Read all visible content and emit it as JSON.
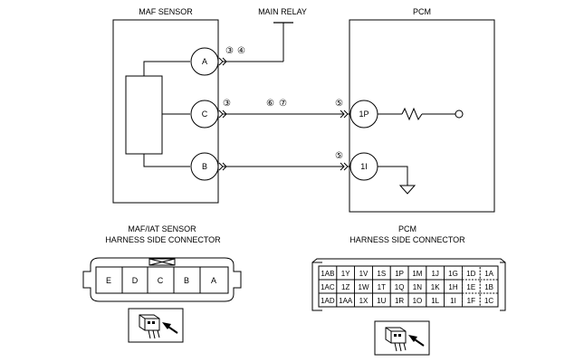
{
  "maf_sensor": {
    "title": "MAF SENSOR",
    "pins": [
      "A",
      "C",
      "B"
    ]
  },
  "main_relay": {
    "label": "MAIN RELAY"
  },
  "pcm": {
    "title": "PCM",
    "pins": [
      "1P",
      "1I"
    ]
  },
  "circuit_markers": {
    "a_wire": [
      "③",
      "④"
    ],
    "c_wire_left": "③",
    "c_wire_mid": [
      "⑥",
      "⑦"
    ],
    "c_wire_pcm": "⑤",
    "b_wire_pcm": "⑤"
  },
  "maf_connector": {
    "title_line1": "MAF/IAT SENSOR",
    "title_line2": "HARNESS SIDE CONNECTOR",
    "terminals": [
      "E",
      "D",
      "C",
      "B",
      "A"
    ]
  },
  "pcm_connector": {
    "title_line1": "PCM",
    "title_line2": "HARNESS SIDE CONNECTOR",
    "rows": [
      [
        "1AB",
        "1Y",
        "1V",
        "1S",
        "1P",
        "1M",
        "1J",
        "1G",
        "1D",
        "1A"
      ],
      [
        "1AC",
        "1Z",
        "1W",
        "1T",
        "1Q",
        "1N",
        "1K",
        "1H",
        "1E",
        "1B"
      ],
      [
        "1AD",
        "1AA",
        "1X",
        "1U",
        "1R",
        "1O",
        "1L",
        "1I",
        "1F",
        "1C"
      ]
    ]
  }
}
